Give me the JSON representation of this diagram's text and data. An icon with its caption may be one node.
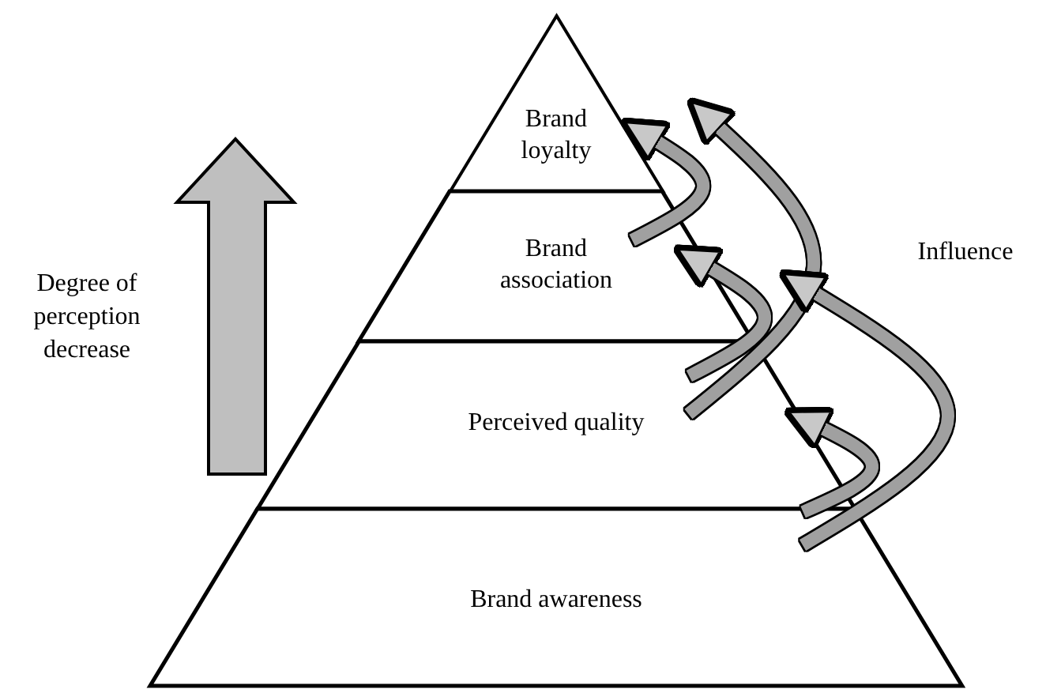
{
  "diagram": {
    "nodes": [
      {
        "text": [
          "Brand loyalty"
        ]
      },
      {
        "text": [
          "Brand association"
        ]
      },
      {
        "text": [
          "Perceived quality"
        ]
      },
      {
        "text": [
          "Brand awareness"
        ]
      }
    ],
    "edges": [
      {
        "from": 2,
        "to": 0,
        "arrow": "to"
      },
      {
        "from": 3,
        "to": 1,
        "arrow": "to"
      },
      {
        "from": 1,
        "to": 0,
        "arrow": "to"
      },
      {
        "from": 2,
        "to": 1,
        "arrow": "to"
      },
      {
        "from": 3,
        "to": 2,
        "arrow": "to"
      }
    ],
    "labels": [
      "Degree of perception decrease",
      "Influence"
    ]
  }
}
